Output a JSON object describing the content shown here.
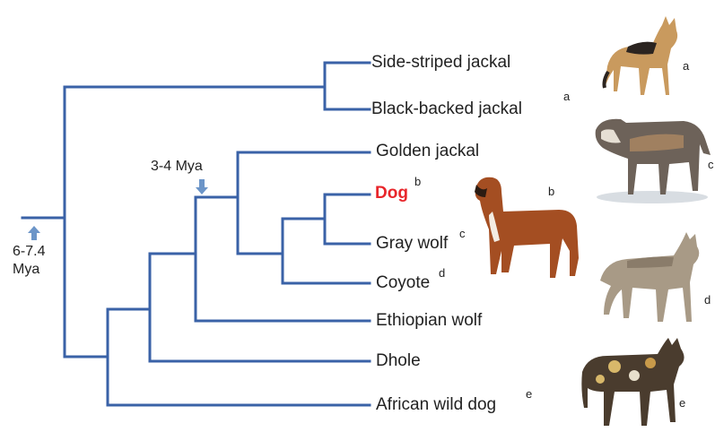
{
  "species": [
    {
      "id": "side-striped-jackal",
      "label": "Side-striped jackal",
      "sup": ""
    },
    {
      "id": "black-backed-jackal",
      "label": "Black-backed jackal",
      "sup": "a"
    },
    {
      "id": "golden-jackal",
      "label": "Golden jackal",
      "sup": ""
    },
    {
      "id": "dog",
      "label": "Dog",
      "sup": "b"
    },
    {
      "id": "gray-wolf",
      "label": "Gray wolf",
      "sup": "c"
    },
    {
      "id": "coyote",
      "label": "Coyote",
      "sup": "d"
    },
    {
      "id": "ethiopian-wolf",
      "label": "Ethiopian wolf",
      "sup": ""
    },
    {
      "id": "dhole",
      "label": "Dhole",
      "sup": ""
    },
    {
      "id": "african-wild-dog",
      "label": "African wild dog",
      "sup": "e"
    }
  ],
  "root_time": {
    "line1": "6-7.4",
    "line2": "Mya"
  },
  "node_time": "3-4 Mya",
  "image_letters": {
    "jackal": "a",
    "dog": "b",
    "wolf": "c",
    "coyote": "d",
    "wild_dog": "e"
  },
  "colors": {
    "branch": "#3a62a7",
    "arrow": "#6c95c8",
    "highlight": "#e8262b",
    "text": "#222222"
  },
  "icons": {
    "arrow": "up-arrow-icon"
  }
}
